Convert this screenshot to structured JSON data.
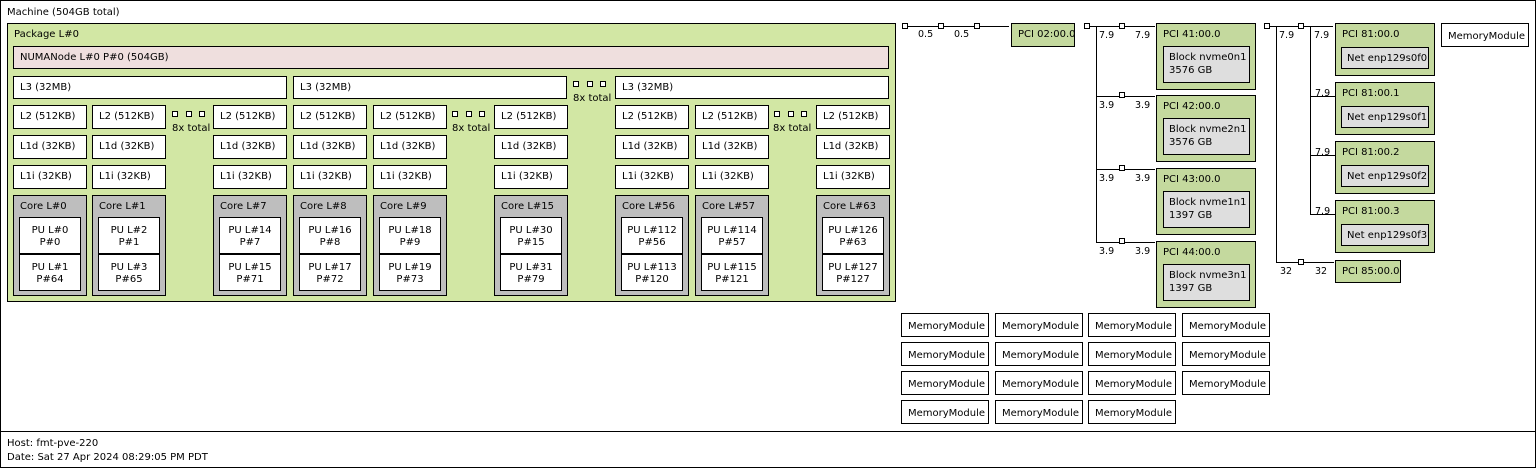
{
  "machine": {
    "label": "Machine (504GB total)"
  },
  "package": {
    "label": "Package L#0",
    "numa_label": "NUMANode L#0 P#0 (504GB)",
    "l3": [
      "L3 (32MB)",
      "L3 (32MB)",
      "L3 (32MB)"
    ],
    "l3_total": "8x total",
    "group_total": "8x total",
    "l2": [
      "L2 (512KB)",
      "L2 (512KB)",
      "L2 (512KB)",
      "L2 (512KB)",
      "L2 (512KB)",
      "L2 (512KB)",
      "L2 (512KB)",
      "L2 (512KB)",
      "L2 (512KB)"
    ],
    "l1d": [
      "L1d (32KB)",
      "L1d (32KB)",
      "L1d (32KB)",
      "L1d (32KB)",
      "L1d (32KB)",
      "L1d (32KB)",
      "L1d (32KB)",
      "L1d (32KB)",
      "L1d (32KB)"
    ],
    "l1i": [
      "L1i (32KB)",
      "L1i (32KB)",
      "L1i (32KB)",
      "L1i (32KB)",
      "L1i (32KB)",
      "L1i (32KB)",
      "L1i (32KB)",
      "L1i (32KB)",
      "L1i (32KB)"
    ],
    "cores": [
      {
        "label": "Core L#0",
        "pus": [
          [
            "PU L#0",
            "P#0"
          ],
          [
            "PU L#1",
            "P#64"
          ]
        ]
      },
      {
        "label": "Core L#1",
        "pus": [
          [
            "PU L#2",
            "P#1"
          ],
          [
            "PU L#3",
            "P#65"
          ]
        ]
      },
      {
        "label": "Core L#7",
        "pus": [
          [
            "PU L#14",
            "P#7"
          ],
          [
            "PU L#15",
            "P#71"
          ]
        ]
      },
      {
        "label": "Core L#8",
        "pus": [
          [
            "PU L#16",
            "P#8"
          ],
          [
            "PU L#17",
            "P#72"
          ]
        ]
      },
      {
        "label": "Core L#9",
        "pus": [
          [
            "PU L#18",
            "P#9"
          ],
          [
            "PU L#19",
            "P#73"
          ]
        ]
      },
      {
        "label": "Core L#15",
        "pus": [
          [
            "PU L#30",
            "P#15"
          ],
          [
            "PU L#31",
            "P#79"
          ]
        ]
      },
      {
        "label": "Core L#56",
        "pus": [
          [
            "PU L#112",
            "P#56"
          ],
          [
            "PU L#113",
            "P#120"
          ]
        ]
      },
      {
        "label": "Core L#57",
        "pus": [
          [
            "PU L#114",
            "P#57"
          ],
          [
            "PU L#115",
            "P#121"
          ]
        ]
      },
      {
        "label": "Core L#63",
        "pus": [
          [
            "PU L#126",
            "P#63"
          ],
          [
            "PU L#127",
            "P#127"
          ]
        ]
      }
    ]
  },
  "io": {
    "tree1": {
      "bw": [
        "0.5",
        "0.5"
      ],
      "pci": "PCI 02:00.0"
    },
    "tree2": {
      "uplink_bw": "7.9",
      "devices": [
        {
          "bw": [
            "7.9",
            "7.9"
          ],
          "pci": "PCI 41:00.0",
          "block": "Block nvme0n1\n3576 GB"
        },
        {
          "bw": [
            "3.9",
            "3.9"
          ],
          "pci": "PCI 42:00.0",
          "block": "Block nvme2n1\n3576 GB"
        },
        {
          "bw": [
            "3.9",
            "3.9"
          ],
          "pci": "PCI 43:00.0",
          "block": "Block nvme1n1\n1397 GB"
        },
        {
          "bw": [
            "3.9",
            "3.9"
          ],
          "pci": "PCI 44:00.0",
          "block": "Block nvme3n1\n1397 GB"
        }
      ]
    },
    "tree3": {
      "uplink_bw": "7.9",
      "nics": [
        {
          "bw": "7.9",
          "pci": "PCI 81:00.0",
          "net": "Net enp129s0f0"
        },
        {
          "bw": "7.9",
          "pci": "PCI 81:00.1",
          "net": "Net enp129s0f1"
        },
        {
          "bw": "7.9",
          "pci": "PCI 81:00.2",
          "net": "Net enp129s0f2"
        },
        {
          "bw": "7.9",
          "pci": "PCI 81:00.3",
          "net": "Net enp129s0f3"
        }
      ],
      "extra": {
        "bw": [
          "32",
          "32"
        ],
        "pci": "PCI 85:00.0"
      }
    }
  },
  "memory_modules": [
    "MemoryModule",
    "MemoryModule",
    "MemoryModule",
    "MemoryModule",
    "MemoryModule",
    "MemoryModule",
    "MemoryModule",
    "MemoryModule",
    "MemoryModule",
    "MemoryModule",
    "MemoryModule",
    "MemoryModule",
    "MemoryModule",
    "MemoryModule",
    "MemoryModule",
    "MemoryModule"
  ],
  "footer": {
    "host": "Host: fmt-pve-220",
    "date": "Date: Sat 27 Apr 2024 08:29:05 PM PDT"
  }
}
